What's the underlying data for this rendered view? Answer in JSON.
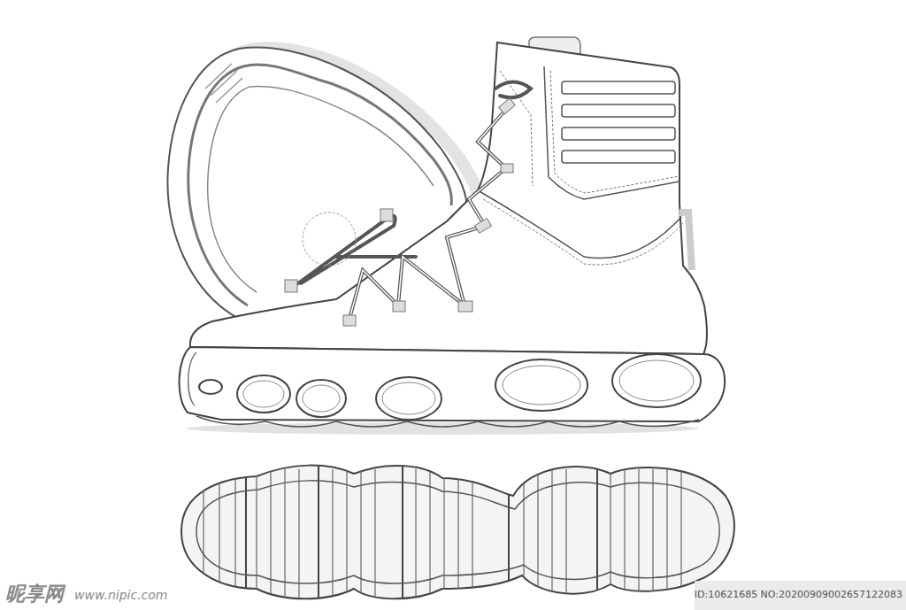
{
  "diagram": {
    "labels": [
      "昵享网",
      "www.nipic.com",
      "ID:10621685 NO:20200909002657122083"
    ]
  }
}
